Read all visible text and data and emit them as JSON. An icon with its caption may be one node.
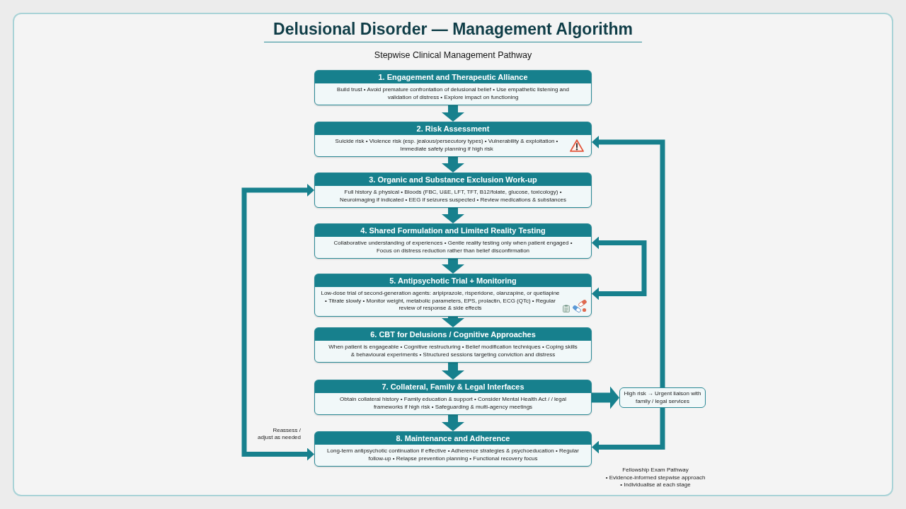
{
  "diagram": {
    "title": "Delusional Disorder — Management Algorithm",
    "nodes": [
      {
        "text": [
          "1. Engagement and Therapeutic Alliance",
          "Build trust • Avoid premature confrontation of delusional belief • Use empathetic listening and validation of distress • Explore impact on functioning"
        ]
      },
      {
        "text": [
          "2. Risk Assessment",
          "Suicide risk • Violence risk (esp. jealous/persecutory types) • Vulnerability & exploitation • Immediate safety planning if high risk"
        ]
      },
      {
        "text": [
          "3. Organic and Substance Exclusion Work-up",
          "Full history & physical • Bloods (FBC, U&E, LFT, TFT, B12/folate, glucose, toxicology) • Neuroimaging if indicated • EEG if seizures suspected • Review medications & substances"
        ]
      },
      {
        "text": [
          "4. Shared Formulation and Limited Reality Testing",
          "Collaborative understanding of experiences • Gentle reality testing only when patient engaged • Focus on distress reduction rather than belief disconfirmation"
        ]
      },
      {
        "text": [
          "5. Antipsychotic Trial + Monitoring",
          "Low-dose trial of second-generation agents: aripiprazole, risperidone, olanzapine, or quetiapine • Titrate slowly • Monitor weight, metabolic parameters, EPS, prolactin, ECG (QTc) • Regular review of response & side effects"
        ]
      },
      {
        "text": [
          "6. CBT for Delusions / Cognitive Approaches",
          "When patient is engageable • Cognitive restructuring • Belief modification techniques • Coping skills & behavioural experiments • Structured sessions targeting conviction and distress"
        ]
      },
      {
        "text": [
          "7. Collateral, Family & Legal Interfaces",
          "Obtain collateral history • Family education & support • Consider Mental Health Act / / legal frameworks if high risk • Safeguarding & multi-agency meetings"
        ]
      },
      {
        "text": [
          "8. Maintenance and Adherence",
          "Long-term antipsychotic continuation if effective • Adherence strategies & psychoeducation • Regular follow-up • Relapse prevention planning • Functional recovery focus"
        ]
      },
      {
        "text": [
          "High risk → Urgent liaison with family / legal services"
        ]
      }
    ],
    "edges": [
      {
        "from": 0,
        "to": 1,
        "arrow": "to"
      },
      {
        "from": 1,
        "to": 2,
        "arrow": "to"
      },
      {
        "from": 2,
        "to": 3,
        "arrow": "to"
      },
      {
        "from": 3,
        "to": 4,
        "arrow": "to"
      },
      {
        "from": 4,
        "to": 5,
        "arrow": "to"
      },
      {
        "from": 5,
        "to": 6,
        "arrow": "to"
      },
      {
        "from": 6,
        "to": 7,
        "arrow": "to"
      },
      {
        "from": 6,
        "to": 8,
        "arrow": "to"
      },
      {
        "from": 8,
        "to": 1,
        "arrow": "to"
      },
      {
        "from": 8,
        "to": 7,
        "arrow": "to"
      },
      {
        "from": 4,
        "to": 3,
        "arrow": "both"
      },
      {
        "from": 7,
        "to": 2,
        "arrow": "both",
        "label": "Reassess / adjust as needed"
      }
    ],
    "labels": [
      "Stepwise Clinical Management Pathway",
      "Fellowship Exam Pathway",
      "• Evidence-informed stepwise approach",
      "• Individualise at each stage"
    ]
  }
}
